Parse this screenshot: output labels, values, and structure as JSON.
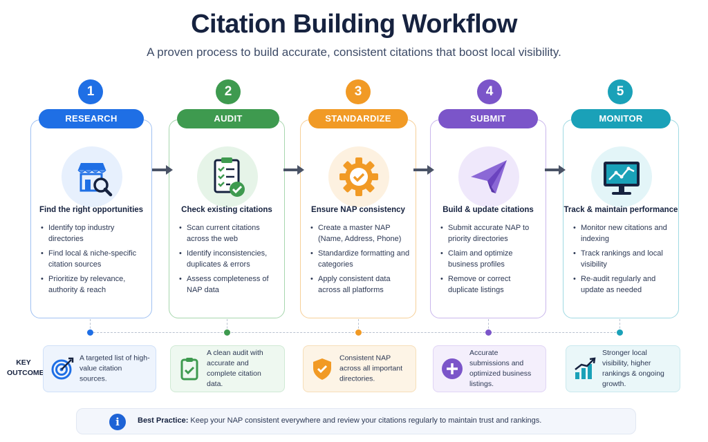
{
  "header": {
    "title": "Citation Building Workflow",
    "subtitle": "A proven process to build accurate, consistent citations that boost local visibility."
  },
  "colors": {
    "research": "#1f6fe5",
    "audit": "#3e9a4f",
    "standardize": "#f19a25",
    "submit": "#7b55c9",
    "monitor": "#1aa1b8"
  },
  "steps": [
    {
      "number": "1",
      "label": "RESEARCH",
      "icon": "storefront-search-icon",
      "heading": "Find the right opportunities",
      "bullets": [
        "Identify top industry directories",
        "Find local & niche-specific citation sources",
        "Prioritize by relevance, authority & reach"
      ]
    },
    {
      "number": "2",
      "label": "AUDIT",
      "icon": "clipboard-check-icon",
      "heading": "Check existing citations",
      "bullets": [
        "Scan current citations across the web",
        "Identify inconsistencies, duplicates & errors",
        "Assess completeness of NAP data"
      ]
    },
    {
      "number": "3",
      "label": "STANDARDIZE",
      "icon": "gear-check-icon",
      "heading": "Ensure NAP consistency",
      "bullets": [
        "Create a master NAP (Name, Address, Phone)",
        "Standardize formatting and categories",
        "Apply consistent data across all platforms"
      ]
    },
    {
      "number": "4",
      "label": "SUBMIT",
      "icon": "paper-plane-icon",
      "heading": "Build & update citations",
      "bullets": [
        "Submit accurate NAP to priority directories",
        "Claim and optimize business profiles",
        "Remove or correct duplicate listings"
      ]
    },
    {
      "number": "5",
      "label": "MONITOR",
      "icon": "monitor-chart-icon",
      "heading": "Track & maintain performance",
      "bullets": [
        "Monitor new citations and indexing",
        "Track rankings and local visibility",
        "Re-audit regularly and update as needed"
      ]
    }
  ],
  "key_outcome": {
    "label": "KEY OUTCOME",
    "items": [
      {
        "icon": "target-icon",
        "text": "A targeted list of high-value citation sources."
      },
      {
        "icon": "clipboard-check-icon",
        "text": "A clean audit with accurate and complete citation data."
      },
      {
        "icon": "shield-check-icon",
        "text": "Consistent NAP across all important directories."
      },
      {
        "icon": "plus-circle-icon",
        "text": "Accurate submissions and optimized business listings."
      },
      {
        "icon": "bar-growth-icon",
        "text": "Stronger local visibility, higher rankings & ongoing growth."
      }
    ]
  },
  "best_practice": {
    "icon": "info-icon",
    "icon_text": "i",
    "label": "Best Practice:",
    "text": " Keep your NAP consistent everywhere and review your citations regularly to maintain trust and rankings."
  }
}
